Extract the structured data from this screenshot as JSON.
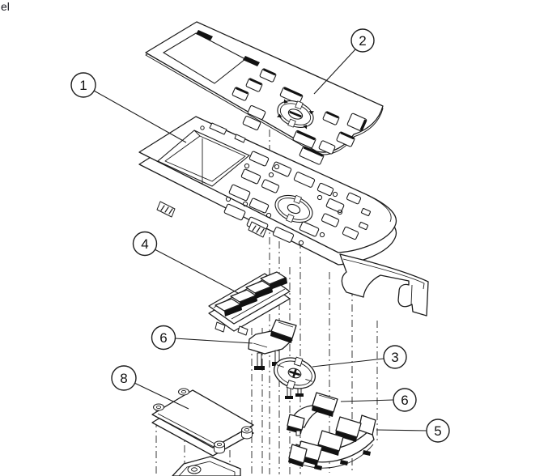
{
  "page": {
    "corner_label": "el",
    "background": "#ffffff"
  },
  "diagram": {
    "type": "exploded-parts-diagram",
    "subject": "control-panel-assembly",
    "colors": {
      "line": "#1c1c1c",
      "shadow_fill": "#111111",
      "background": "#ffffff"
    },
    "callouts": [
      {
        "label": "1"
      },
      {
        "label": "2"
      },
      {
        "label": "4"
      },
      {
        "label": "6"
      },
      {
        "label": "8"
      },
      {
        "label": "3"
      },
      {
        "label": "6"
      },
      {
        "label": "5"
      }
    ]
  }
}
